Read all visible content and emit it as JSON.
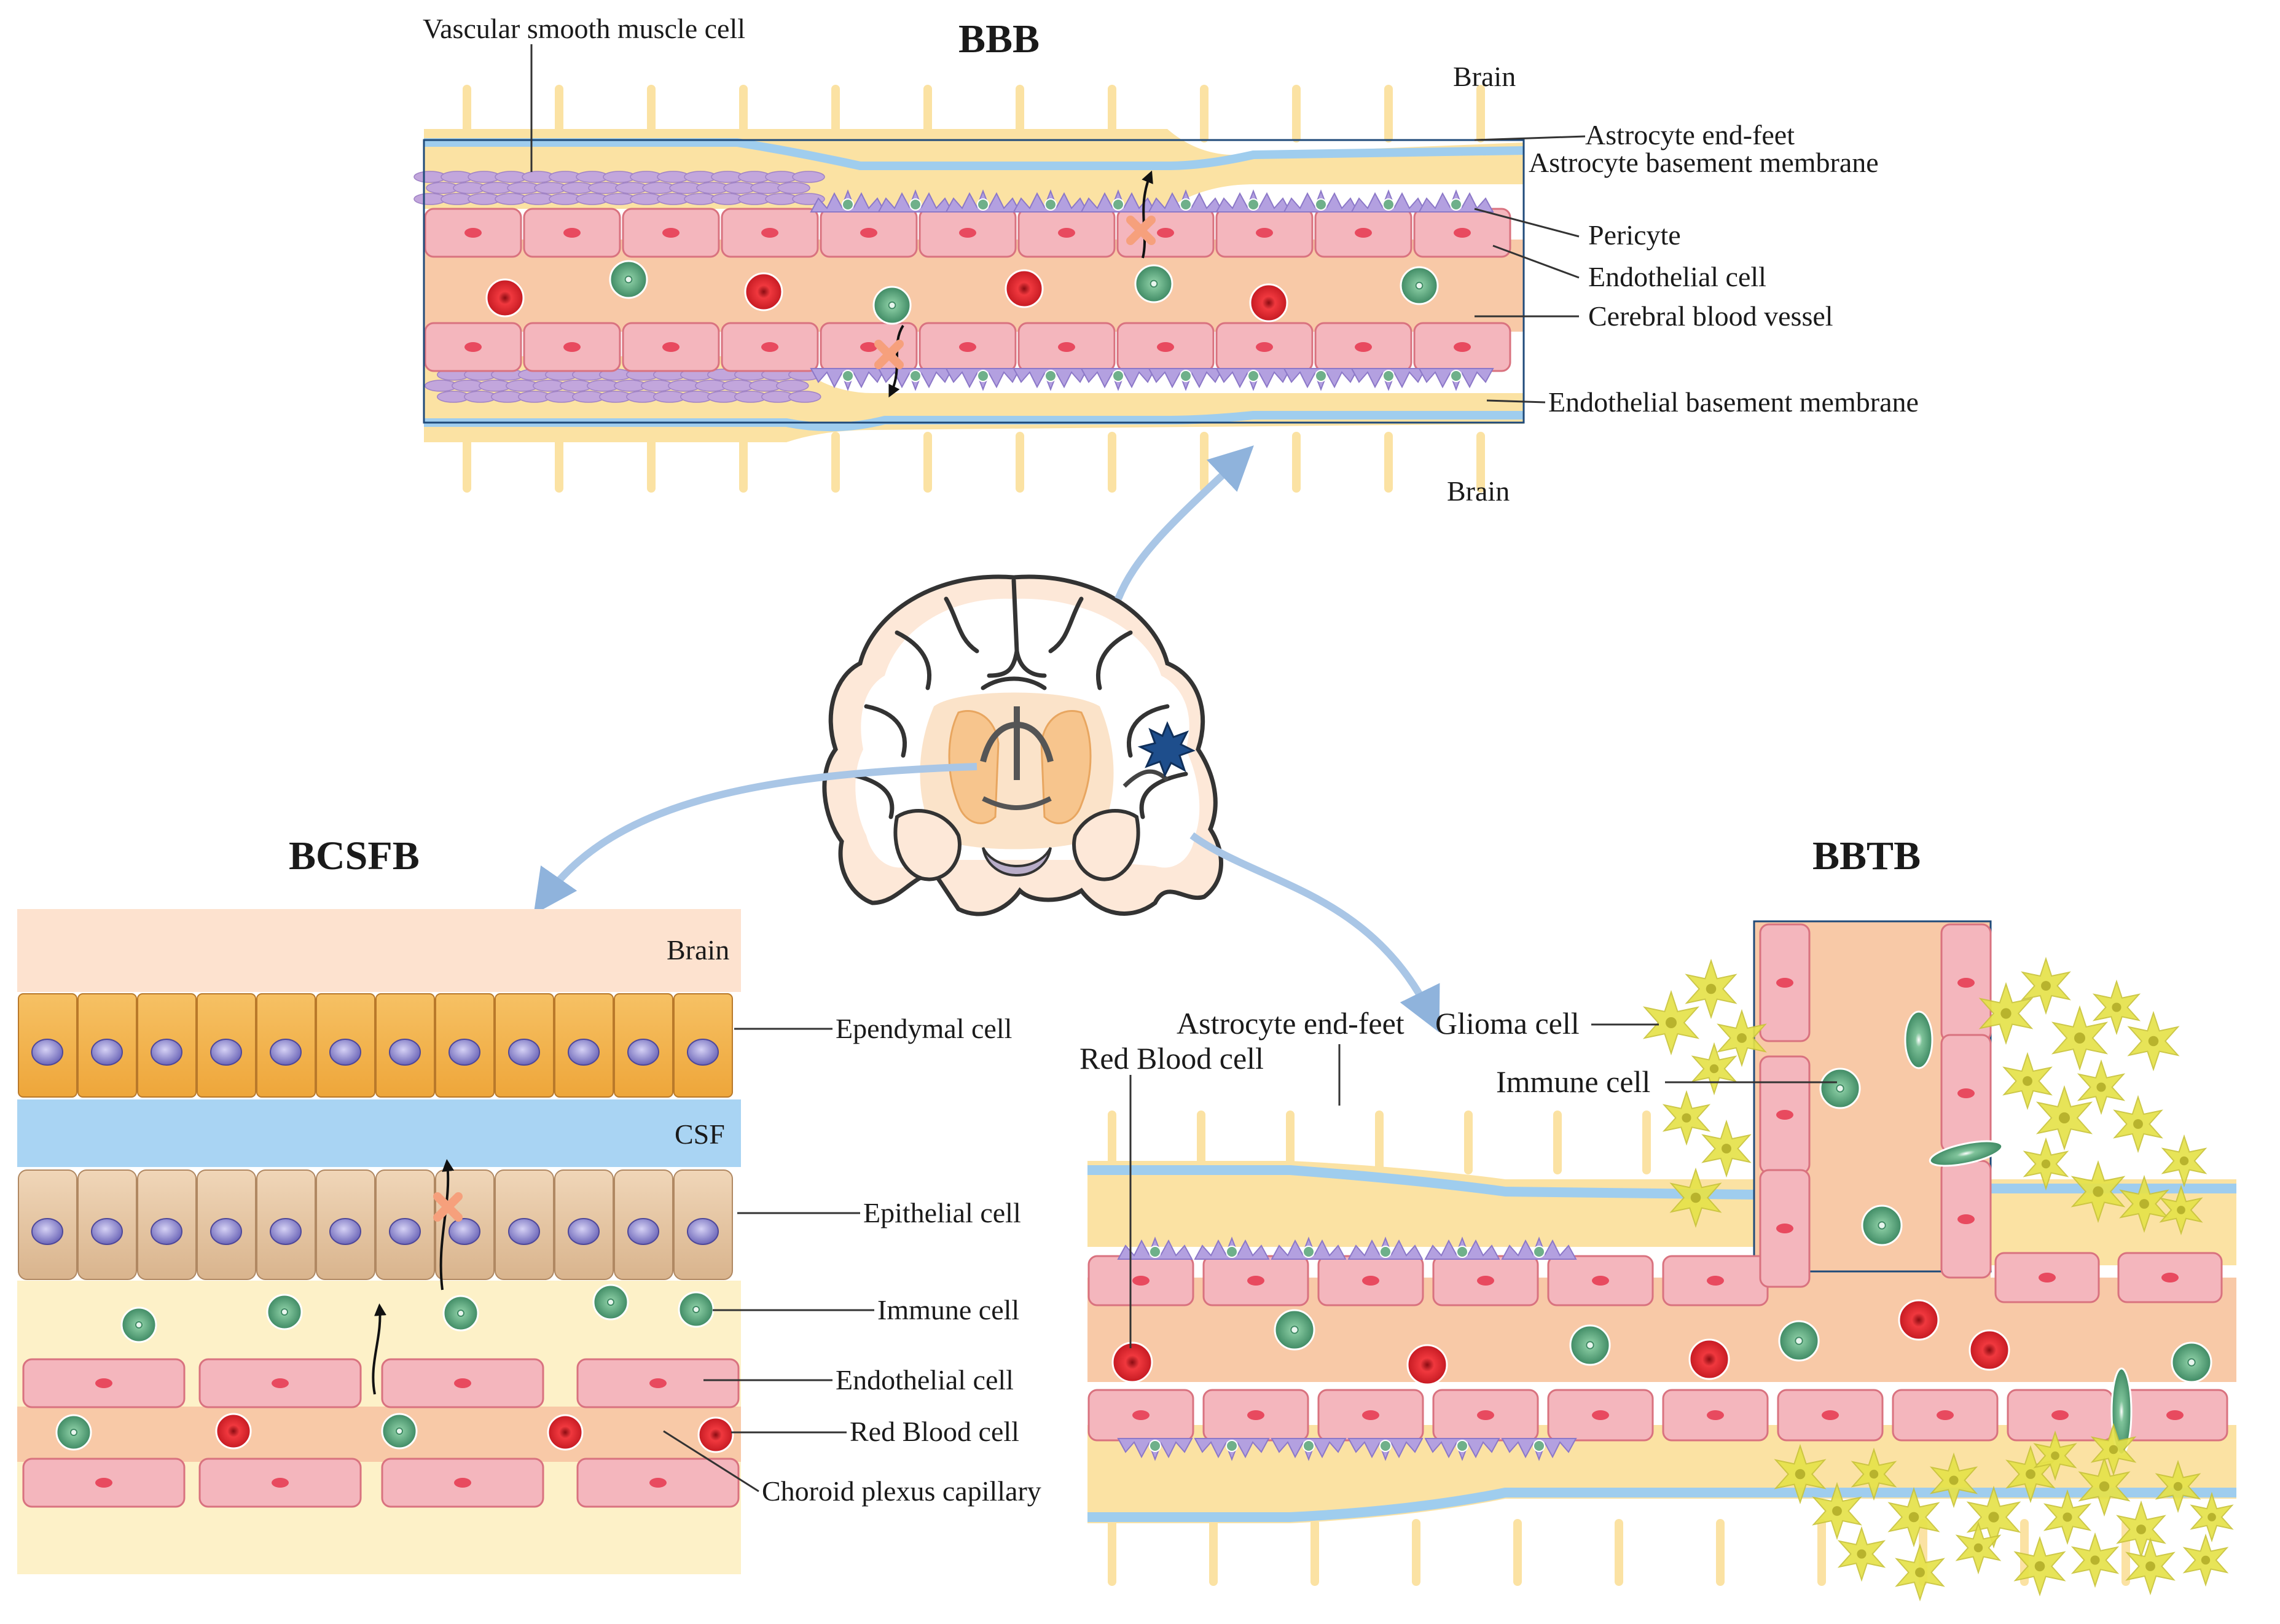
{
  "titles": {
    "bbb": "BBB",
    "bcsfb": "BCSFB",
    "bbtb": "BBTB"
  },
  "bbb": {
    "brain_top": "Brain",
    "brain_bottom": "Brain",
    "labels": {
      "vsmc": "Vascular smooth muscle cell",
      "astro_endfeet": "Astrocyte end-feet",
      "astro_bm": "Astrocyte basement membrane",
      "pericyte": "Pericyte",
      "endothelial": "Endothelial cell",
      "vessel": "Cerebral blood vessel",
      "endo_bm": "Endothelial basement membrane"
    }
  },
  "bcsfb": {
    "brain": "Brain",
    "csf": "CSF",
    "labels": {
      "ependymal": "Ependymal cell",
      "epithelial": "Epithelial cell",
      "immune": "Immune cell",
      "endothelial": "Endothelial cell",
      "rbc": "Red Blood cell",
      "capillary": "Choroid plexus capillary"
    }
  },
  "bbtb": {
    "labels": {
      "astro_endfeet": "Astrocyte end-feet",
      "glioma": "Glioma cell",
      "rbc": "Red Blood cell",
      "immune": "Immune cell"
    }
  },
  "colors": {
    "endothelial_fill": "#f4b6bd",
    "endothelial_stroke": "#d9727f",
    "vessel_lumen": "#f8c9a7",
    "astrocyte": "#fbe2a3",
    "basement_blue": "#a8d4f2",
    "pericyte": "#b3a0e0",
    "red_cell": "#e0242c",
    "immune_cell": "#6fb08a",
    "ependymal": "#f4b74e",
    "epithelial": "#e4c19b",
    "glioma": "#e6e24a",
    "arrow": "#a9c6e6",
    "block_x": "#f6a07c"
  }
}
